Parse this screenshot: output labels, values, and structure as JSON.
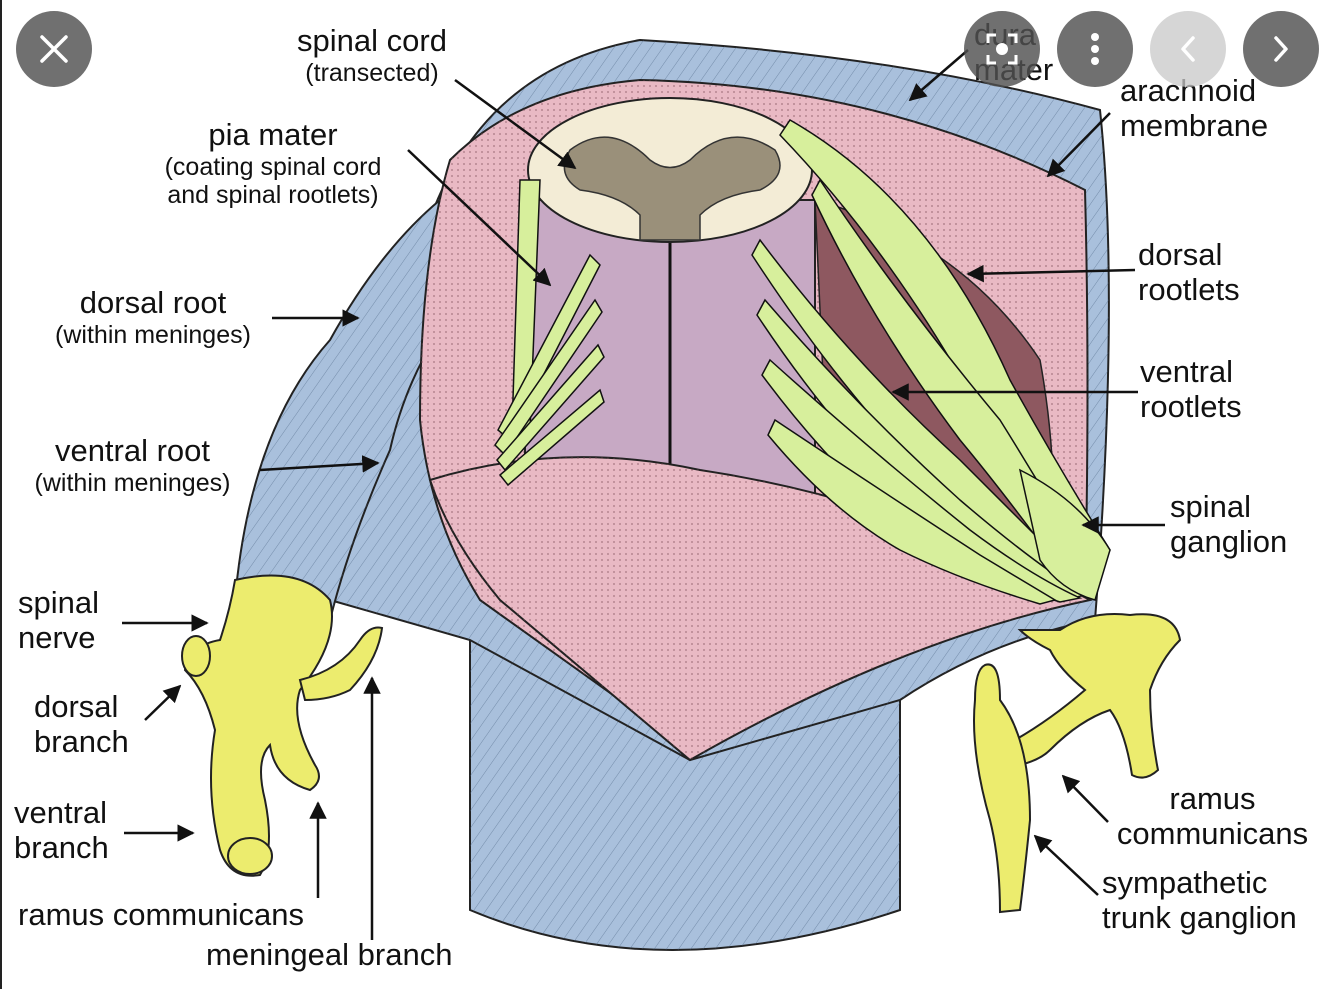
{
  "toolbar": {
    "close_icon": "close-icon",
    "lens_icon": "lens-search-icon",
    "more_icon": "more-vertical-icon",
    "prev_icon": "chevron-left-icon",
    "next_icon": "chevron-right-icon"
  },
  "labels": {
    "spinal_cord": [
      "spinal cord",
      "(transected)"
    ],
    "pia_mater": [
      "pia mater",
      "(coating spinal cord",
      "and spinal rootlets)"
    ],
    "dorsal_root": [
      "dorsal root",
      "(within meninges)"
    ],
    "ventral_root": [
      "ventral root",
      "(within meninges)"
    ],
    "spinal_nerve": [
      "spinal",
      "nerve"
    ],
    "dorsal_branch": [
      "dorsal",
      "branch"
    ],
    "ventral_branch": [
      "ventral",
      "branch"
    ],
    "ramus_communicans_left": "ramus communicans",
    "meningeal_branch": "meningeal branch",
    "dura_mater": [
      "dura",
      "mater"
    ],
    "arachnoid_membrane": [
      "arachnoid",
      "membrane"
    ],
    "dorsal_rootlets": [
      "dorsal",
      "rootlets"
    ],
    "ventral_rootlets": [
      "ventral",
      "rootlets"
    ],
    "spinal_ganglion": [
      "spinal",
      "ganglion"
    ],
    "ramus_communicans_right": [
      "ramus",
      "communicans"
    ],
    "sympathetic_trunk_ganglion": [
      "sympathetic",
      "trunk ganglion"
    ]
  },
  "colors": {
    "dura": "#a9c0dc",
    "dura_dark": "#7d97b9",
    "arachnoid": "#e9b9c4",
    "pia": "#c7a9c4",
    "cavity": "#8e5860",
    "rootlets": "#d7ef9c",
    "nerve": "#ecec6e",
    "cord": "#f3ecd6"
  }
}
